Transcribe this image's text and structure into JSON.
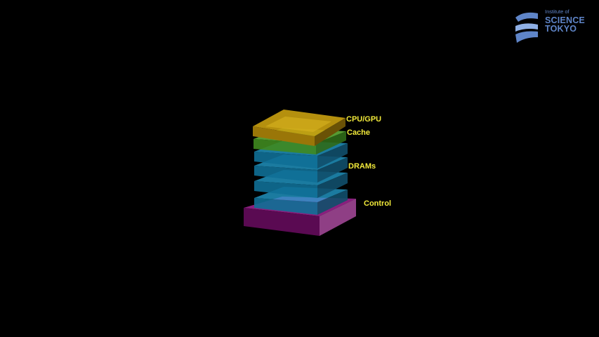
{
  "logo": {
    "line1": "Institute of",
    "line2": "SCIENCE",
    "line3": "TOKYO",
    "color": "#5f85c8"
  },
  "labels": {
    "cpu_gpu": "CPU/GPU",
    "cache": "Cache",
    "drams": "DRAMs",
    "control": "Control"
  },
  "colors": {
    "background": "#000000",
    "label_text": "#f2ea3a",
    "cpu_gpu": "#c49a0c",
    "cache": "#5fb33a",
    "dram": "#1e8fb8",
    "control": "#7a1470"
  }
}
